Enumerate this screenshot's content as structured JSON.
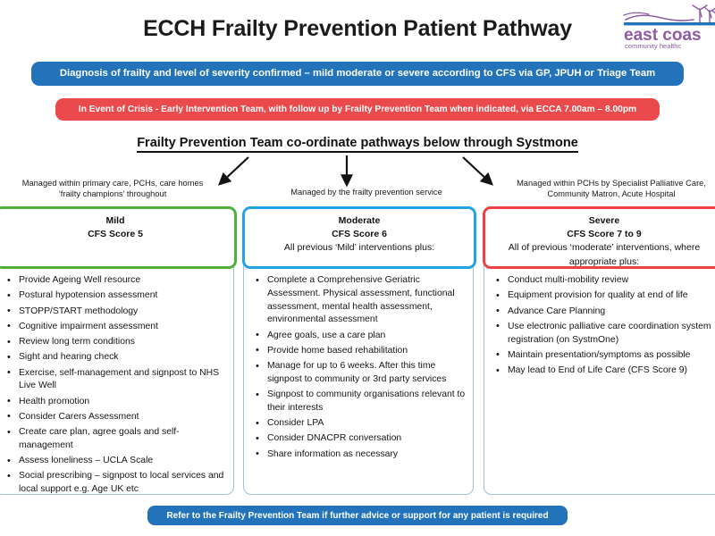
{
  "header": {
    "title": "ECCH Frailty Prevention Patient Pathway",
    "logo_name": "east coast community healthcare",
    "logo_line1": "east coast",
    "logo_line2": "community healthcare"
  },
  "banners": {
    "diagnosis": "Diagnosis of frailty and level of severity confirmed – mild moderate  or severe according to CFS via GP, JPUH or Triage Team",
    "crisis": "In Event of Crisis - Early Intervention Team, with follow up by Frailty Prevention Team when indicated, via ECCA 7.00am – 8.00pm",
    "footer": "Refer to the Frailty Prevention Team if further advice or support for any patient is required"
  },
  "coordinate_line": "Frailty Prevention Team co-ordinate pathways below through Systmone",
  "colors": {
    "blue_banner": "#2273b9",
    "red_banner": "#ea4a4c",
    "mild_border": "#4fb03d",
    "moderate_border": "#22a3e2",
    "severe_border": "#ef4044",
    "container_border": "#9cc0de",
    "logo_purple": "#8f5aa6",
    "logo_blue": "#2273b9"
  },
  "columns": [
    {
      "caption": "Managed within primary care, PCHs, care homes\n‘frailty champions’ throughout",
      "caption_line1": "Managed within primary care, PCHs, care homes",
      "caption_line2": "‘frailty champions’ throughout",
      "title": "Mild",
      "score": "CFS Score 5",
      "note": "",
      "note2": "",
      "bullets": [
        "Provide Ageing Well resource",
        "Postural hypotension assessment",
        "STOPP/START methodology",
        "Cognitive impairment assessment",
        "Review long term conditions",
        "Sight and hearing check",
        "Exercise, self-management and signpost to NHS Live Well",
        "Health promotion",
        "Consider Carers Assessment",
        "Create care plan, agree goals and self-management",
        "Assess loneliness – UCLA Scale",
        "Social prescribing – signpost to local services and local support e.g. Age UK etc"
      ]
    },
    {
      "caption_line1": "Managed by the frailty prevention service",
      "caption_line2": "",
      "title": "Moderate",
      "score": "CFS Score 6",
      "note": "All previous ‘Mild’ interventions plus:",
      "note2": "",
      "bullets": [
        "Complete a Comprehensive Geriatric Assessment.  Physical assessment, functional assessment, mental health assessment, environmental assessment",
        "Agree goals, use a care plan",
        "Provide home based rehabilitation",
        "Manage for up to 6 weeks.  After this time signpost to community or 3rd party services",
        "Signpost to community organisations relevant to their interests",
        "Consider LPA",
        "Consider DNACPR conversation",
        "Share information as necessary"
      ]
    },
    {
      "caption_line1": "Managed within PCHs by Specialist Palliative Care,",
      "caption_line2": "Community Matron, Acute Hospital",
      "title": "Severe",
      "score": "CFS Score 7 to 9",
      "note": "All of previous ‘moderate’ interventions, where",
      "note2": "appropriate plus:",
      "bullets": [
        "Conduct multi-mobility review",
        "Equipment provision for quality at end of life",
        "Advance Care Planning",
        "Use electronic palliative care coordination system registration (on SystmOne)",
        "Maintain presentation/symptoms as possible",
        "May lead to End of Life Care (CFS Score 9)"
      ]
    }
  ]
}
